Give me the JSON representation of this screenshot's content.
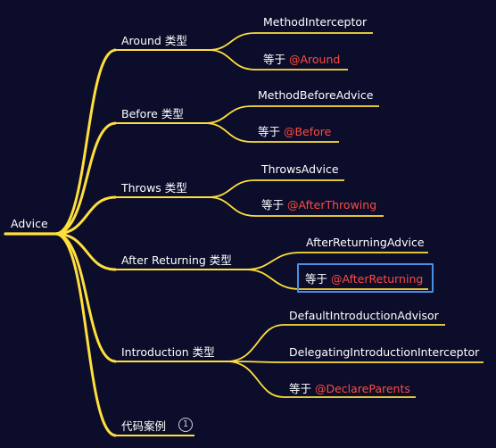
{
  "mindmap": {
    "root": {
      "label": "Advice"
    },
    "branches": [
      {
        "label": "Around 类型",
        "children": [
          {
            "text": "MethodInterceptor"
          },
          {
            "prefix": "等于 ",
            "highlight": "@Around"
          }
        ]
      },
      {
        "label": "Before 类型",
        "children": [
          {
            "text": "MethodBeforeAdvice"
          },
          {
            "prefix": "等于 ",
            "highlight": "@Before"
          }
        ]
      },
      {
        "label": "Throws 类型",
        "children": [
          {
            "text": "ThrowsAdvice"
          },
          {
            "prefix": "等于 ",
            "highlight": "@AfterThrowing"
          }
        ]
      },
      {
        "label": "After Returning 类型",
        "children": [
          {
            "text": "AfterReturningAdvice"
          },
          {
            "prefix": "等于 ",
            "highlight": "@AfterReturning",
            "selected": true
          }
        ]
      },
      {
        "label": "Introduction 类型",
        "children": [
          {
            "text": "DefaultIntroductionAdvisor"
          },
          {
            "text": "DelegatingIntroductionInterceptor"
          },
          {
            "prefix": "等于 ",
            "highlight": "@DeclareParents"
          }
        ]
      },
      {
        "label": "代码案例",
        "badge": "1",
        "children": []
      }
    ]
  },
  "colors": {
    "background": "#0b0d2b",
    "line": "#ffdf3a",
    "highlight": "#ff4b3e",
    "selection": "#4a90e2"
  }
}
